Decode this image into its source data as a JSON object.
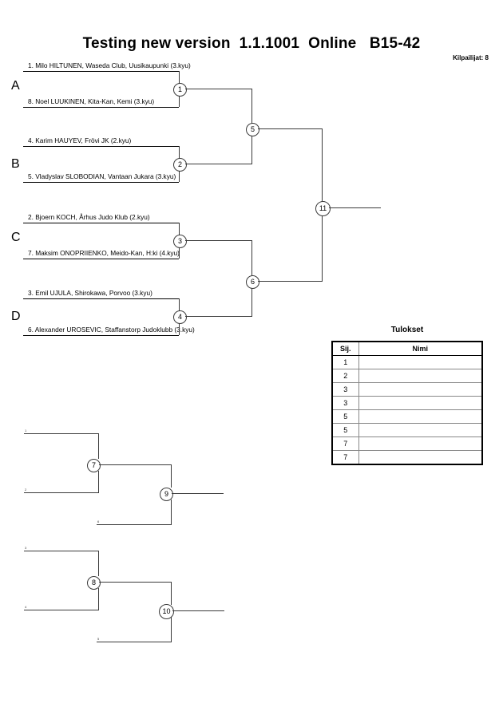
{
  "header": {
    "title": "Testing new version  1.1.1001  Online   B15-42",
    "entrants_label": "Kilpailijat: 8"
  },
  "bracket": {
    "groups": [
      {
        "letter": "A"
      },
      {
        "letter": "B"
      },
      {
        "letter": "C"
      },
      {
        "letter": "D"
      }
    ],
    "competitors": [
      {
        "seed": "1",
        "text": "1. Milo HILTUNEN, Waseda Club, Uusikaupunki (3.kyu)"
      },
      {
        "seed": "8",
        "text": "8. Noel LUUKINEN, Kita-Kan, Kemi (3.kyu)"
      },
      {
        "seed": "4",
        "text": "4. Karim HAUYEV, Frövi JK (2.kyu)"
      },
      {
        "seed": "5",
        "text": "5. Vladyslav SLOBODIAN, Vantaan Jukara (3.kyu)"
      },
      {
        "seed": "2",
        "text": "2. Bjoern KOCH, Århus Judo Klub (2.kyu)"
      },
      {
        "seed": "7",
        "text": "7. Maksim ONOPRIIENKO, Meido-Kan, H:ki (4.kyu)"
      },
      {
        "seed": "3",
        "text": "3. Emil UJULA, Shirokawa, Porvoo (3.kyu)"
      },
      {
        "seed": "6",
        "text": "6. Alexander UROSEVIC, Staffanstorp Judoklubb (3.kyu)"
      }
    ],
    "matches": [
      {
        "no": "1"
      },
      {
        "no": "2"
      },
      {
        "no": "3"
      },
      {
        "no": "4"
      },
      {
        "no": "5"
      },
      {
        "no": "6"
      },
      {
        "no": "11"
      }
    ]
  },
  "repechage": {
    "pool_one": {
      "matches": [
        {
          "no": "7"
        },
        {
          "no": "9"
        }
      ],
      "feeds": [
        {
          "label": "1"
        },
        {
          "label": "2"
        },
        {
          "label": "6"
        }
      ]
    },
    "pool_two": {
      "matches": [
        {
          "no": "8"
        },
        {
          "no": "10"
        }
      ],
      "feeds": [
        {
          "label": "3"
        },
        {
          "label": "4"
        },
        {
          "label": "5"
        }
      ]
    }
  },
  "results": {
    "title": "Tulokset",
    "columns": [
      "Sij.",
      "Nimi"
    ],
    "rows": [
      {
        "rank": "1",
        "name": ""
      },
      {
        "rank": "2",
        "name": ""
      },
      {
        "rank": "3",
        "name": ""
      },
      {
        "rank": "3",
        "name": ""
      },
      {
        "rank": "5",
        "name": ""
      },
      {
        "rank": "5",
        "name": ""
      },
      {
        "rank": "7",
        "name": ""
      },
      {
        "rank": "7",
        "name": ""
      }
    ]
  }
}
